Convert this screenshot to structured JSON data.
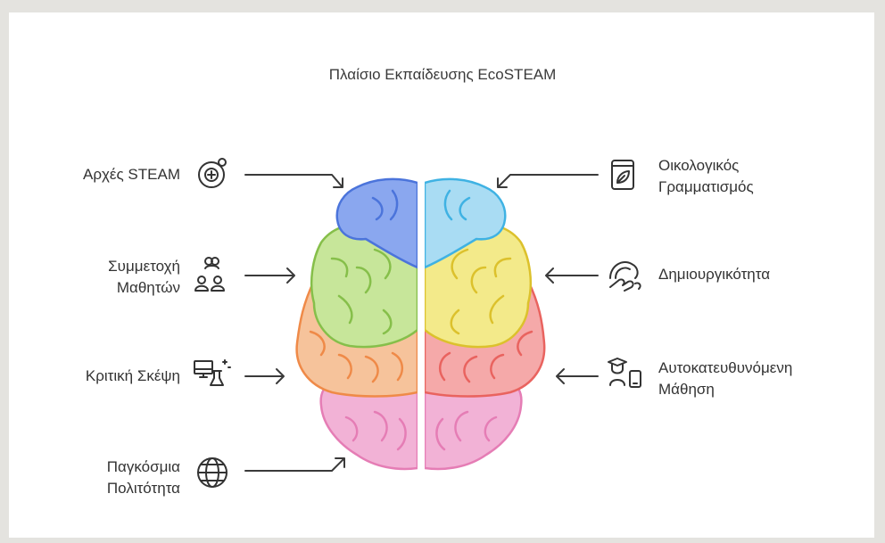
{
  "title": "Πλαίσιο Εκπαίδευσης EcoSTEAM",
  "left_items": [
    {
      "line1": "Αρχές STEAM",
      "line2": "",
      "icon": "steam-principles-icon"
    },
    {
      "line1": "Συμμετοχή",
      "line2": "Μαθητών",
      "icon": "students-icon"
    },
    {
      "line1": "Κριτική Σκέψη",
      "line2": "",
      "icon": "computer-flask-icon"
    },
    {
      "line1": "Παγκόσμια",
      "line2": "Πολιτότητα",
      "icon": "globe-icon"
    }
  ],
  "right_items": [
    {
      "line1": "Οικολογικός",
      "line2": "Γραμματισμός",
      "icon": "eco-book-icon"
    },
    {
      "line1": "Δημιουργικότητα",
      "line2": "",
      "icon": "rainbow-hand-icon"
    },
    {
      "line1": "Αυτοκατευθυνόμενη",
      "line2": "Μάθηση",
      "icon": "learner-device-icon"
    }
  ],
  "colors": {
    "blue": "#8aa7ef",
    "cyan": "#a9dcf3",
    "green": "#c7e69a",
    "yellow": "#f3ea8a",
    "orange": "#f6c39b",
    "red": "#f5a9a9",
    "pink": "#f2b2d6"
  }
}
